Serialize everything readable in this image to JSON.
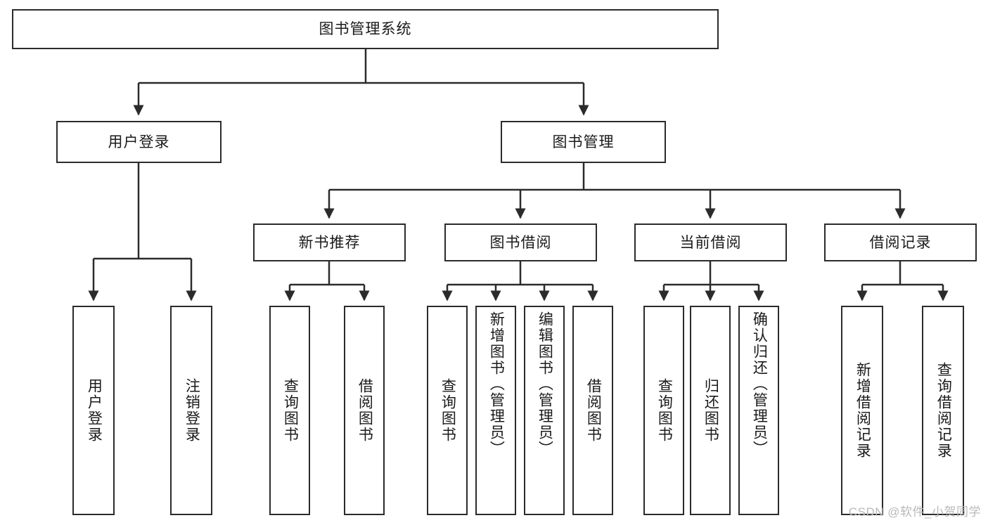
{
  "diagram": {
    "type": "tree-hierarchy",
    "title_node": {
      "label": "图书管理系统",
      "level": 0
    },
    "level1": [
      {
        "label": "用户登录"
      },
      {
        "label": "图书管理"
      }
    ],
    "level2": [
      {
        "label": "新书推荐",
        "parent": "图书管理"
      },
      {
        "label": "图书借阅",
        "parent": "图书管理"
      },
      {
        "label": "当前借阅",
        "parent": "图书管理"
      },
      {
        "label": "借阅记录",
        "parent": "图书管理"
      }
    ],
    "leaves": {
      "user_login": [
        {
          "label": "用户登录"
        },
        {
          "label": "注销登录"
        }
      ],
      "new_book_recommend": [
        {
          "label": "查询图书"
        },
        {
          "label": "借阅图书"
        }
      ],
      "book_borrow": [
        {
          "label": "查询图书"
        },
        {
          "label": "新增图书（管理员）"
        },
        {
          "label": "编辑图书（管理员）"
        },
        {
          "label": "借阅图书"
        }
      ],
      "current_borrow": [
        {
          "label": "查询图书"
        },
        {
          "label": "归还图书"
        },
        {
          "label": "确认归还（管理员）"
        }
      ],
      "borrow_record": [
        {
          "label": "新增借阅记录"
        },
        {
          "label": "查询借阅记录"
        }
      ]
    }
  },
  "watermark": {
    "text": "CSDN @软件_小贺同学"
  },
  "colors": {
    "stroke": "#2b2b2b",
    "background": "#ffffff",
    "text": "#1a1a1a",
    "watermark": "#b9b9b9"
  }
}
